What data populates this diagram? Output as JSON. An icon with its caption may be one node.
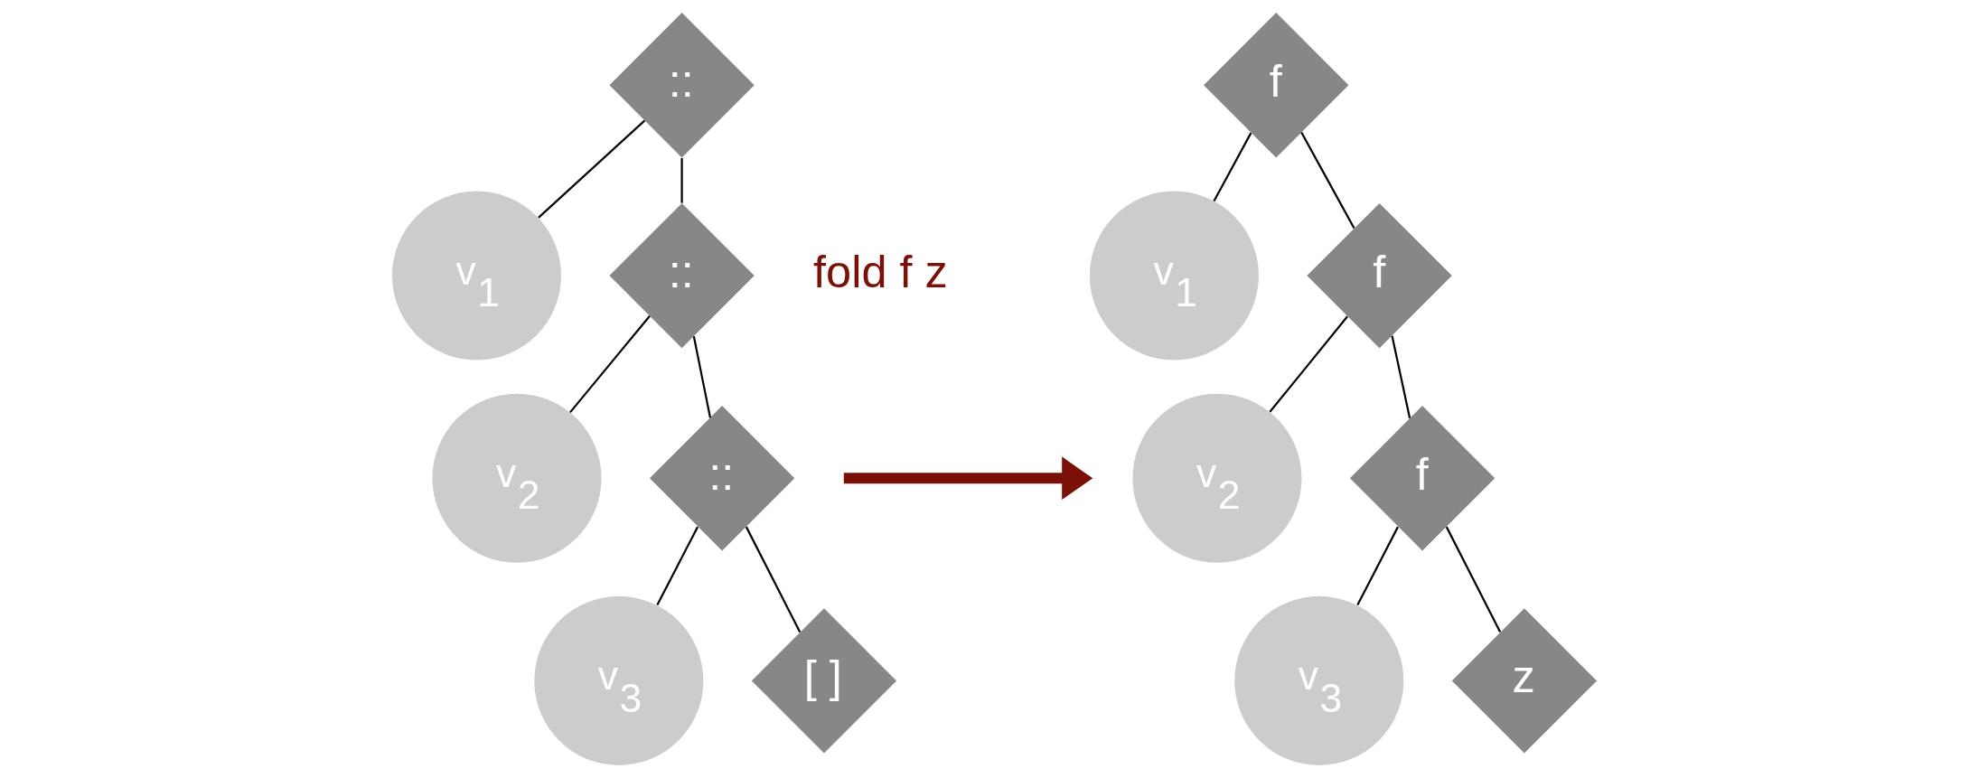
{
  "diagram": {
    "nodes": [
      {
        "text": [
          "::"
        ]
      },
      {
        "text": [
          "v$_{1}$"
        ]
      },
      {
        "text": [
          "::"
        ]
      },
      {
        "text": [
          "v$_{2}$"
        ]
      },
      {
        "text": [
          "::"
        ]
      },
      {
        "text": [
          "v$_{3}$"
        ]
      },
      {
        "text": [
          "[ ]"
        ]
      },
      {
        "text": [
          "f"
        ]
      },
      {
        "text": [
          "v$_{1}$"
        ]
      },
      {
        "text": [
          "f"
        ]
      },
      {
        "text": [
          "v$_{2}$"
        ]
      },
      {
        "text": [
          "f"
        ]
      },
      {
        "text": [
          "v$_{3}$"
        ]
      },
      {
        "text": [
          "z"
        ]
      }
    ],
    "edges": [
      {
        "from": 0,
        "to": 1,
        "arrow": "none"
      },
      {
        "from": 0,
        "to": 2,
        "arrow": "none"
      },
      {
        "from": 2,
        "to": 3,
        "arrow": "none"
      },
      {
        "from": 2,
        "to": 4,
        "arrow": "none"
      },
      {
        "from": 4,
        "to": 5,
        "arrow": "none"
      },
      {
        "from": 4,
        "to": 6,
        "arrow": "none"
      },
      {
        "from": 7,
        "to": 8,
        "arrow": "none"
      },
      {
        "from": 7,
        "to": 9,
        "arrow": "none"
      },
      {
        "from": 9,
        "to": 10,
        "arrow": "none"
      },
      {
        "from": 9,
        "to": 11,
        "arrow": "none"
      },
      {
        "from": 11,
        "to": 12,
        "arrow": "none"
      },
      {
        "from": 11,
        "to": 13,
        "arrow": "none"
      }
    ],
    "labels": [
      "fold f z"
    ]
  }
}
